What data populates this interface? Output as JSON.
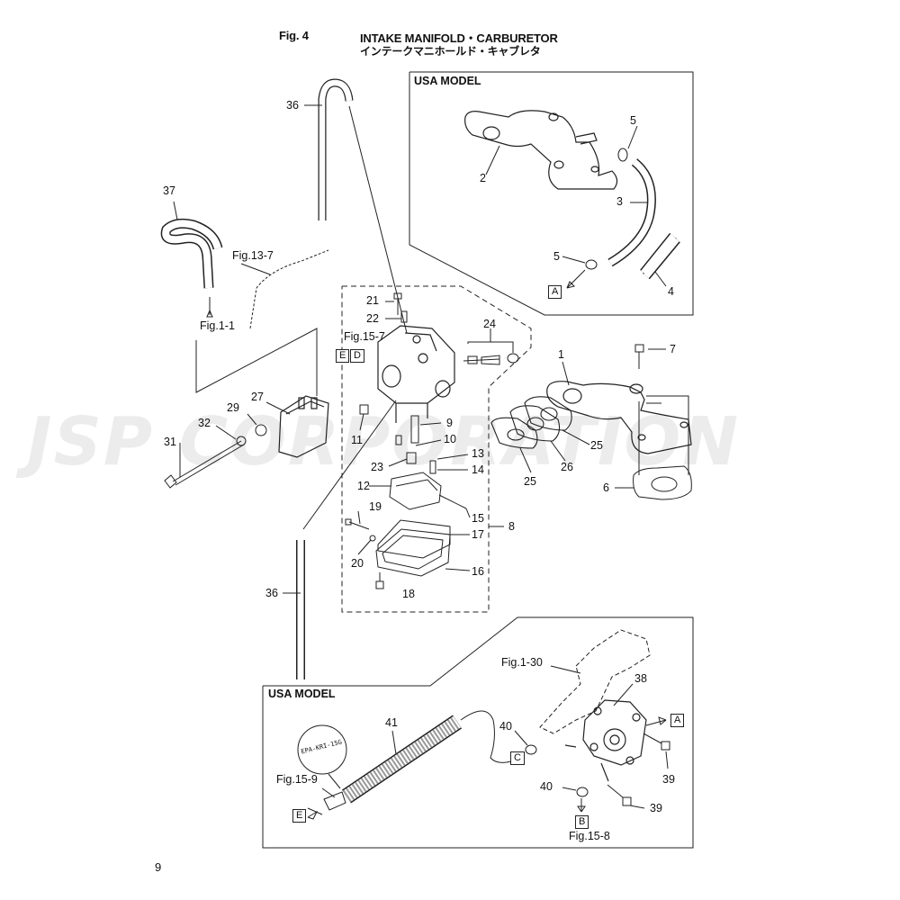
{
  "header": {
    "fig_label": "Fig. 4",
    "title_en": "INTAKE MANIFOLD・CARBURETOR",
    "title_jp": "インテークマニホールド・キャブレタ"
  },
  "page_number": "9",
  "watermark": "JSP CORPORATION",
  "insets": {
    "top_model": "USA MODEL",
    "bottom_model": "USA MODEL"
  },
  "stamp_text": "EPA-KRI-15G",
  "callouts": {
    "p36a": "36",
    "p36b": "36",
    "p37": "37",
    "p2": "2",
    "p3": "3",
    "p4": "4",
    "p5a": "5",
    "p5b": "5",
    "p1": "1",
    "p7": "7",
    "p6": "6",
    "p21": "21",
    "p22": "22",
    "p24": "24",
    "p27": "27",
    "p29": "29",
    "p32": "32",
    "p31": "31",
    "p11": "11",
    "p9": "9",
    "p10": "10",
    "p13": "13",
    "p14": "14",
    "p23": "23",
    "p12": "12",
    "p15": "15",
    "p8": "8",
    "p19": "19",
    "p17": "17",
    "p20": "20",
    "p16": "16",
    "p18": "18",
    "p25a": "25",
    "p25b": "25",
    "p26": "26",
    "p41": "41",
    "p38": "38",
    "p40a": "40",
    "p40b": "40",
    "p39a": "39",
    "p39b": "39"
  },
  "refs": {
    "fig13_7": "Fig.13-7",
    "fig1_1": "Fig.1-1",
    "fig15_7": "Fig.15-7",
    "fig1_30": "Fig.1-30",
    "fig15_9": "Fig.15-9",
    "fig15_8": "Fig.15-8"
  },
  "boxes": {
    "A1": "A",
    "A2": "A",
    "B": "B",
    "C": "C",
    "D": "D",
    "E1": "E",
    "E2": "E"
  }
}
